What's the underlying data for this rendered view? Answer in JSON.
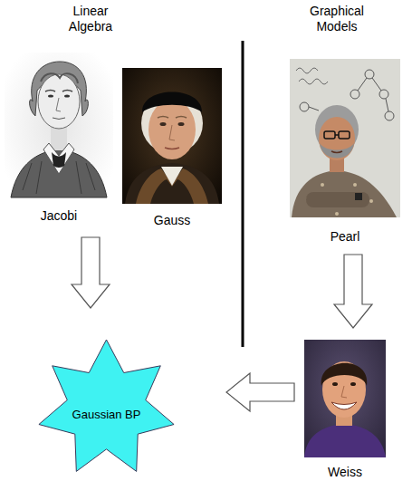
{
  "diagram": {
    "nodes": [
      {
        "text": [
          "Jacobi"
        ]
      },
      {
        "text": [
          "Gauss"
        ]
      },
      {
        "text": [
          "Pearl"
        ]
      },
      {
        "text": [
          "Weiss"
        ]
      },
      {
        "text": [
          "Gaussian BP"
        ]
      }
    ],
    "edges": [
      {
        "from": 0,
        "to": 4,
        "arrow": "to"
      },
      {
        "from": 2,
        "to": 3,
        "arrow": "to"
      },
      {
        "from": 3,
        "to": 4,
        "arrow": "to"
      }
    ],
    "labels": [
      "Linear Algebra",
      "Graphical Models"
    ]
  }
}
